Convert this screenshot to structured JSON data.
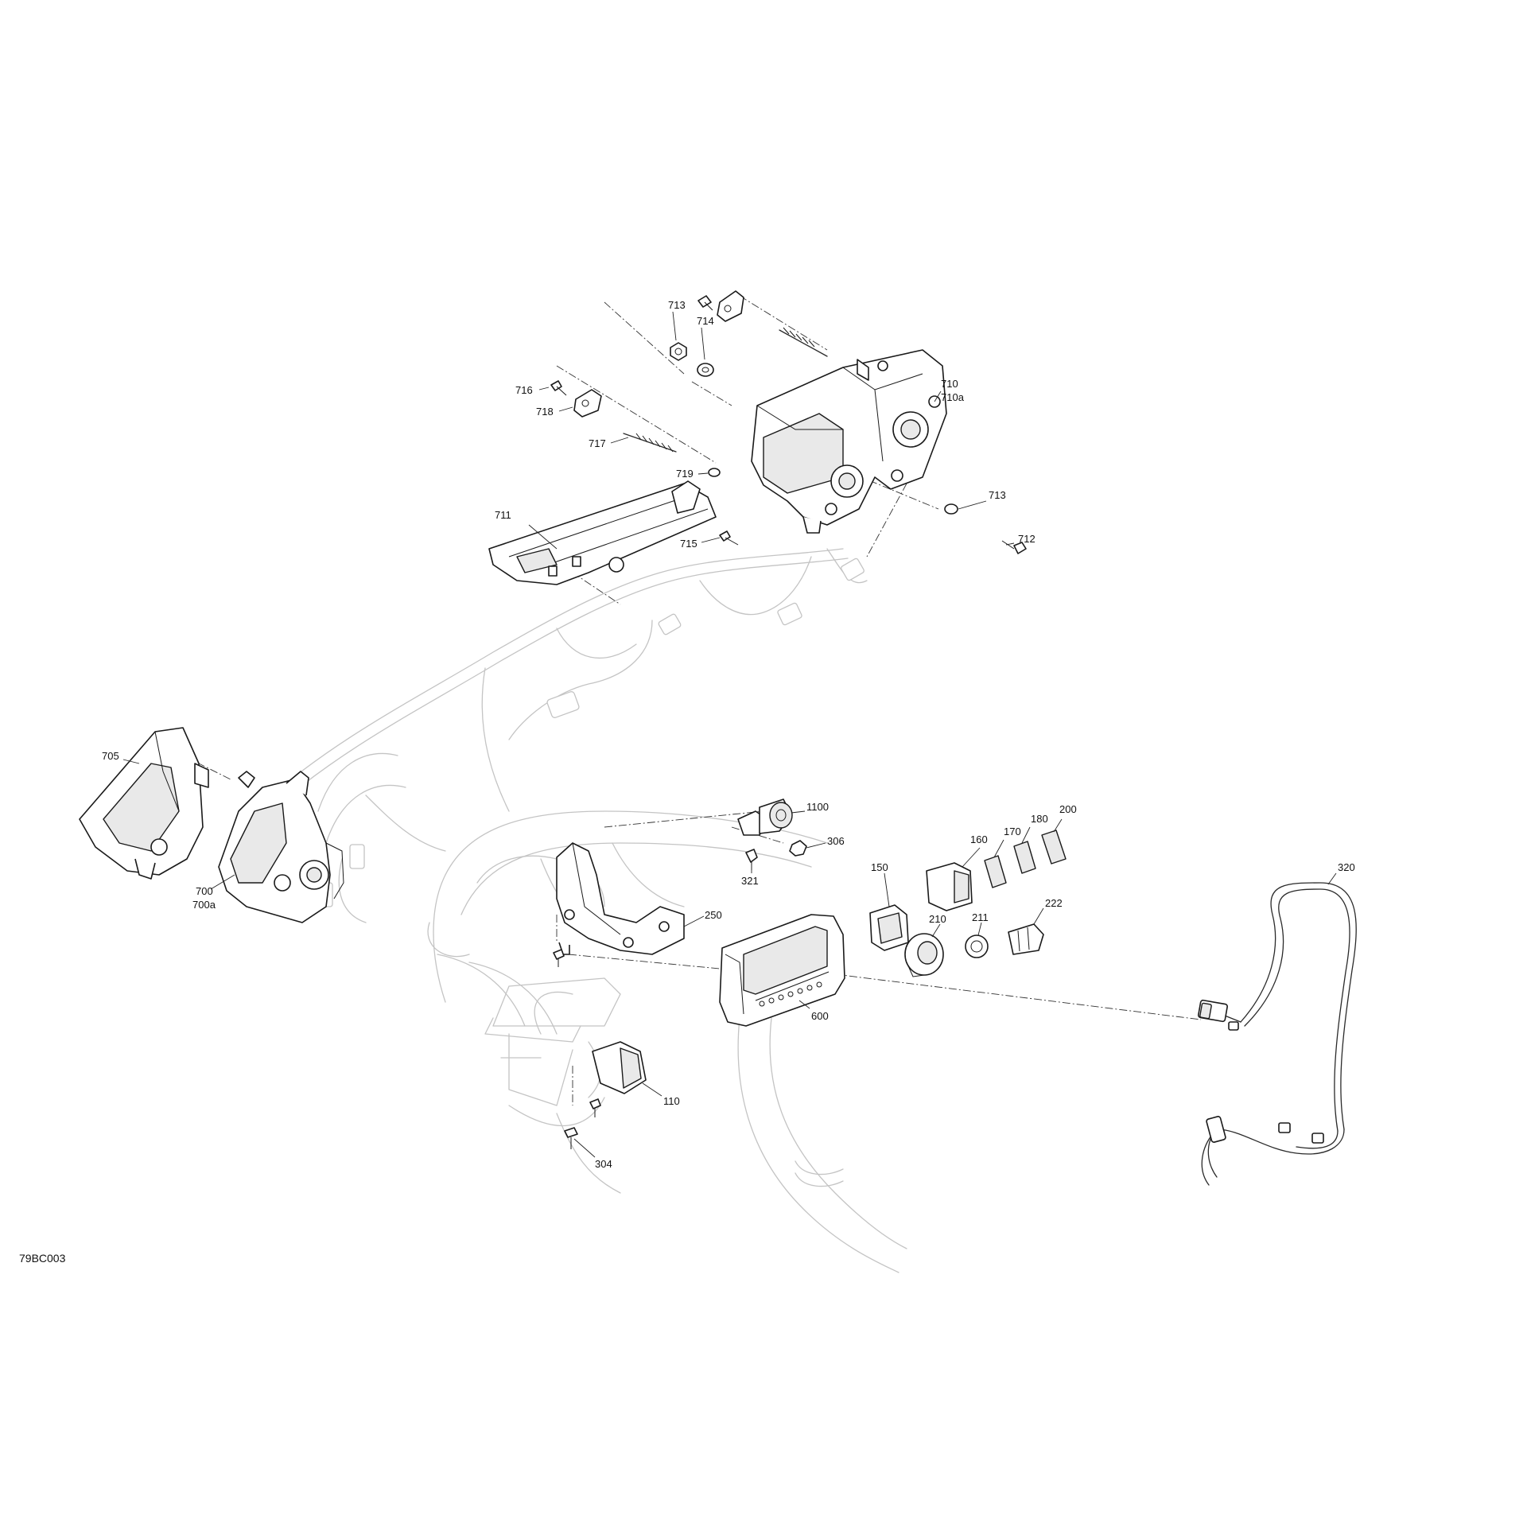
{
  "diagram": {
    "code": "79BC003",
    "callouts": {
      "c713a": "713",
      "c714": "714",
      "c716": "716",
      "c718": "718",
      "c717": "717",
      "c719": "719",
      "c710": "710",
      "c710a": "710a",
      "c713b": "713",
      "c711": "711",
      "c715": "715",
      "c712": "712",
      "c705": "705",
      "c700": "700",
      "c700a": "700a",
      "c1100": "1100",
      "c306": "306",
      "c321": "321",
      "c150": "150",
      "c160": "160",
      "c170": "170",
      "c180": "180",
      "c200": "200",
      "c210": "210",
      "c211": "211",
      "c222": "222",
      "c250": "250",
      "c600": "600",
      "c320": "320",
      "c110": "110",
      "c304": "304"
    }
  }
}
